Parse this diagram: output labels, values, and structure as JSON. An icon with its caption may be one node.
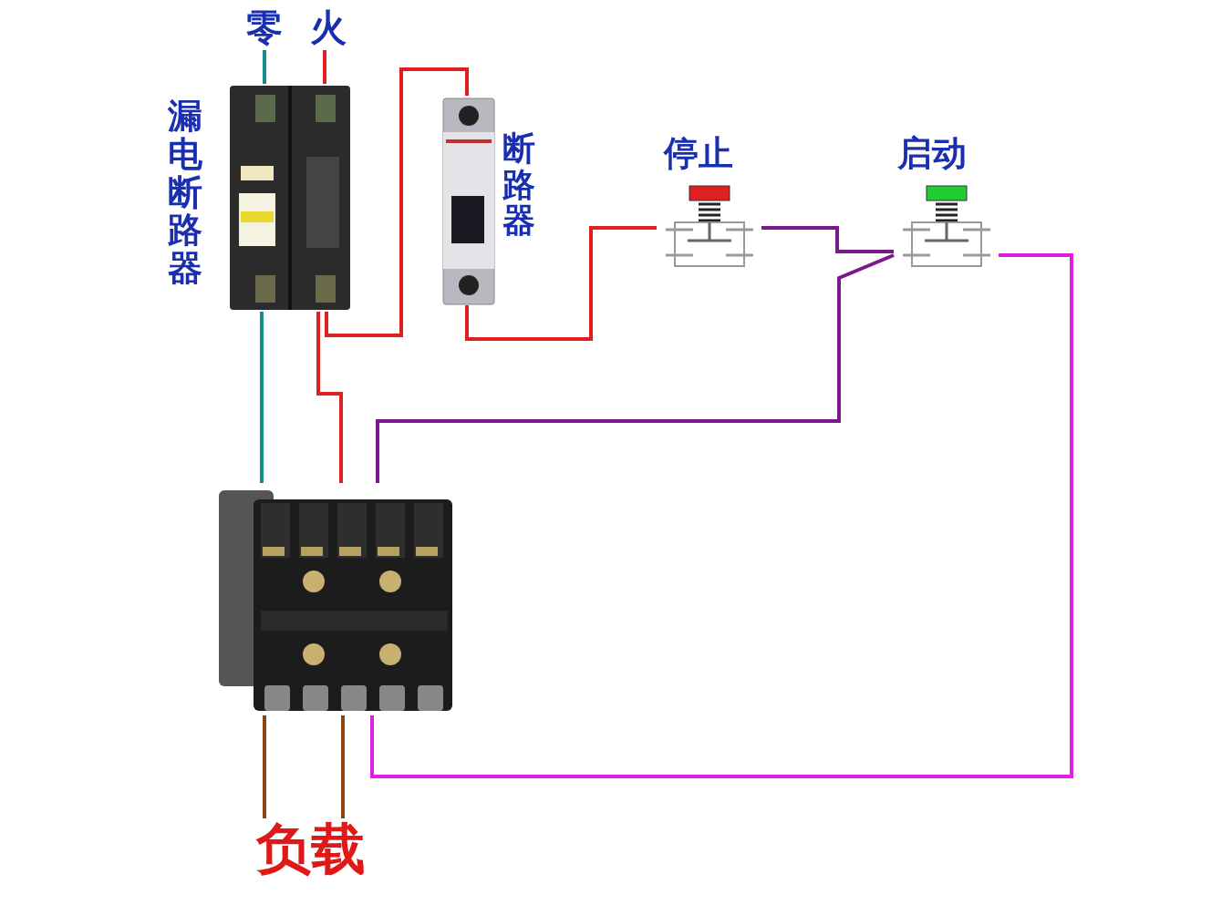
{
  "diagram": {
    "nodes": [
      {
        "text": [
          "零"
        ]
      },
      {
        "text": [
          "火"
        ]
      },
      {
        "text": [
          "漏电断路器"
        ]
      },
      {
        "text": [
          "断路器"
        ]
      },
      {
        "text": [
          "停止"
        ]
      },
      {
        "text": [
          "启动"
        ]
      },
      {
        "text": [],
        "shape": "picture"
      },
      {
        "text": [
          "负载"
        ]
      }
    ],
    "edges": [
      {
        "from": 0,
        "to": 2,
        "arrow": "none",
        "color": "#138c8c"
      },
      {
        "from": 1,
        "to": 2,
        "arrow": "none",
        "color": "#e02020"
      },
      {
        "from": 2,
        "to": 3,
        "arrow": "none",
        "color": "#e02020"
      },
      {
        "from": 2,
        "to": 6,
        "arrow": "none",
        "color": "#138c8c"
      },
      {
        "from": 2,
        "to": 6,
        "arrow": "none",
        "color": "#e02020"
      },
      {
        "from": 3,
        "to": 4,
        "arrow": "none",
        "color": "#e02020"
      },
      {
        "from": 4,
        "to": 5,
        "arrow": "none",
        "color": "#7a1a8a"
      },
      {
        "from": 5,
        "to": 6,
        "arrow": "none",
        "color": "#7a1a8a"
      },
      {
        "from": 5,
        "to": 6,
        "arrow": "none",
        "color": "#e020e0"
      },
      {
        "from": 6,
        "to": 7,
        "arrow": "none",
        "color": "#8b4513"
      },
      {
        "from": 6,
        "to": 7,
        "arrow": "none",
        "color": "#8b4513"
      }
    ]
  }
}
